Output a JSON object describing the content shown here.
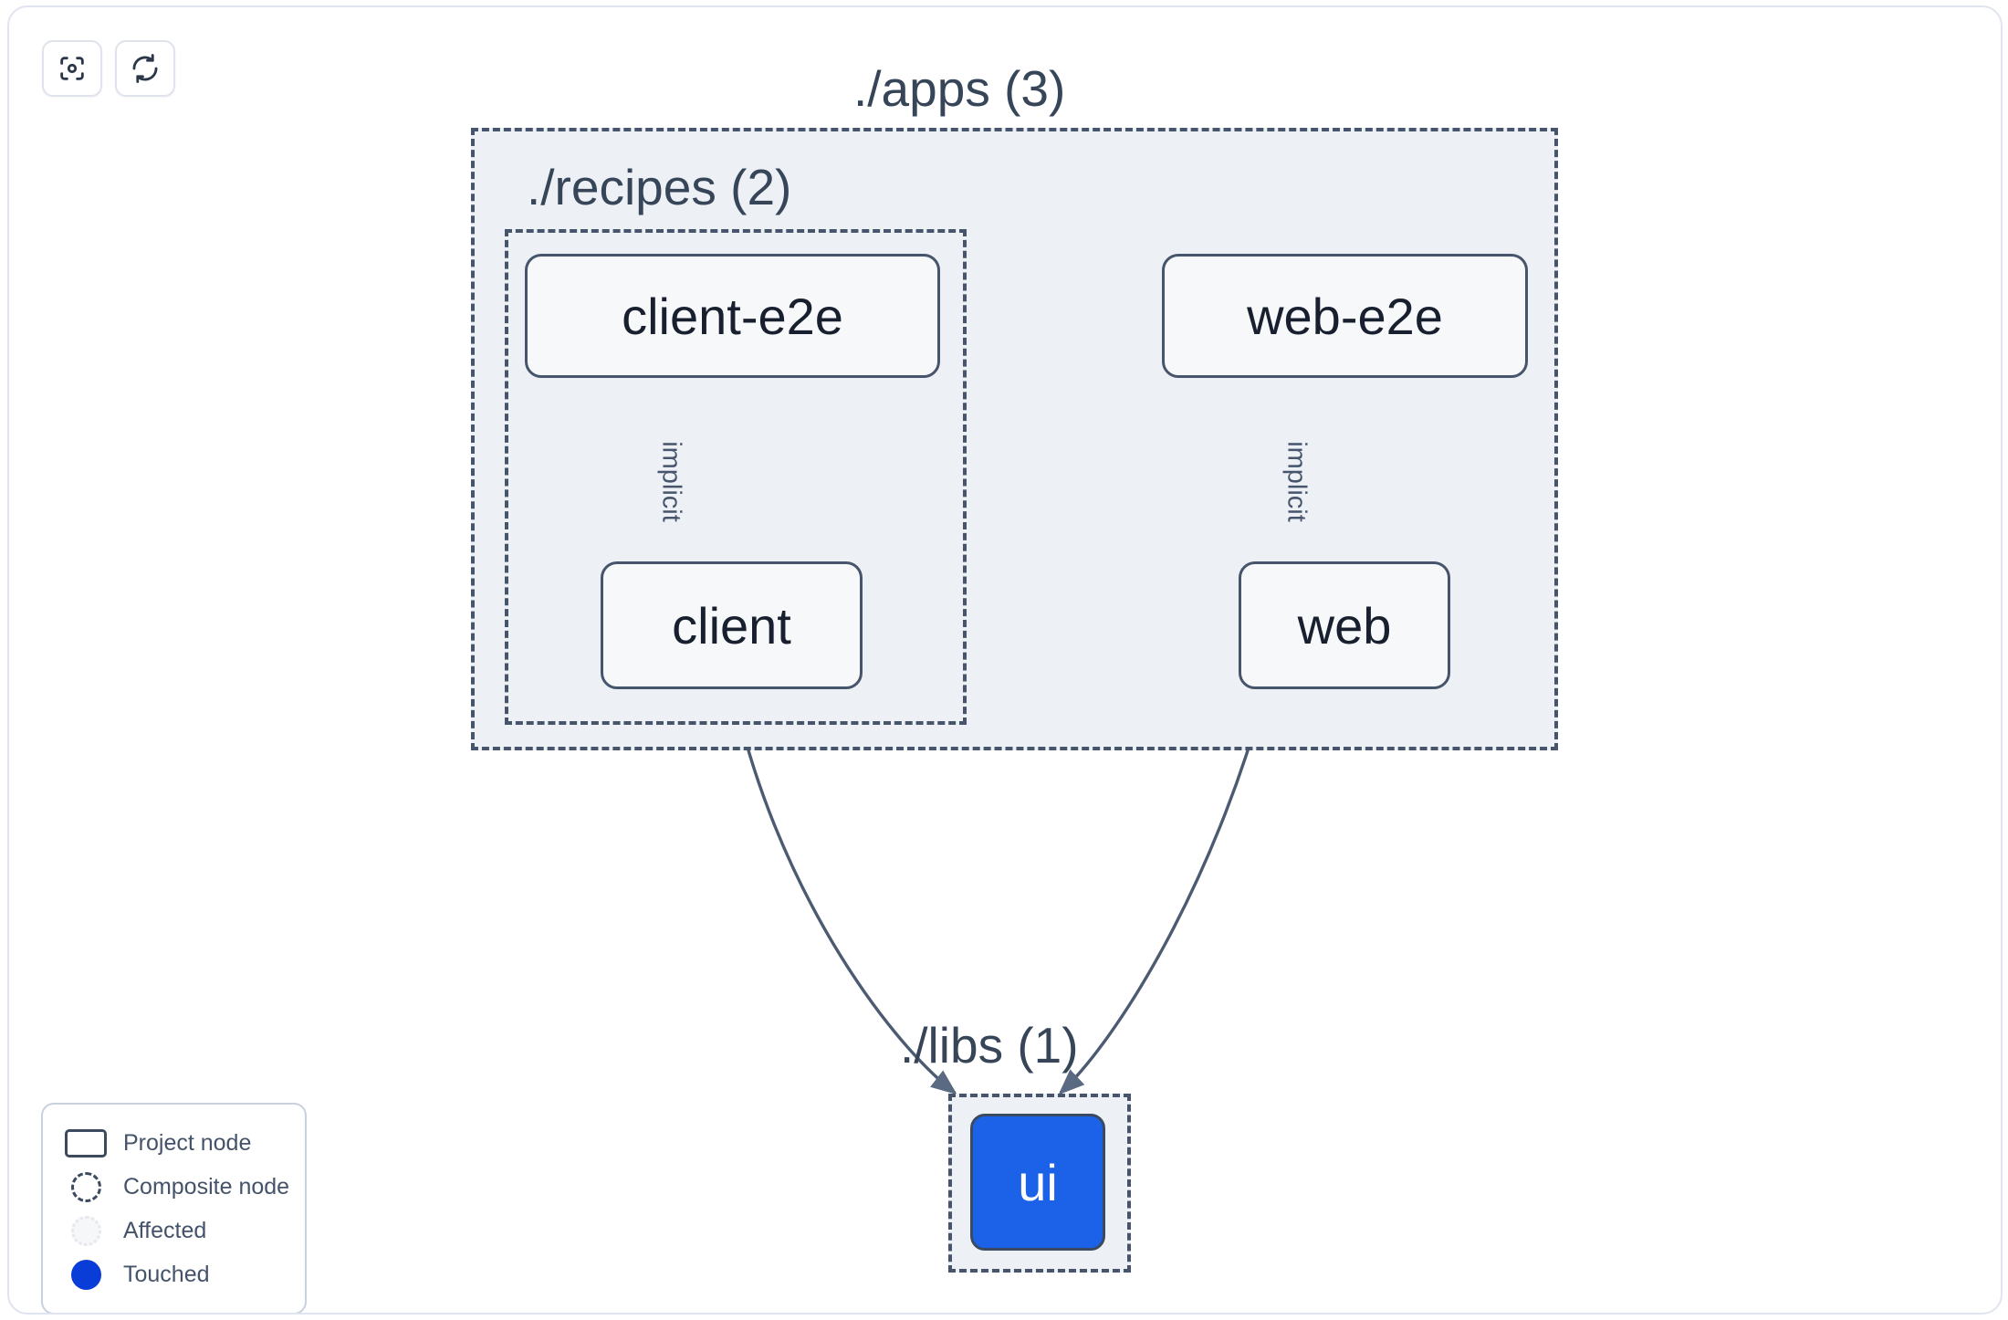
{
  "app": {
    "title": "Project Dependency Graph",
    "background": "#ffffff",
    "frame_border_color": "#e0e4ee"
  },
  "toolbar": {
    "buttons": [
      {
        "name": "focus-graph-button",
        "icon": "focus-scan-icon",
        "label": ""
      },
      {
        "name": "refresh-graph-button",
        "icon": "refresh-icon",
        "label": ""
      }
    ]
  },
  "graph": {
    "type": "dependency-graph",
    "colors": {
      "composite_border": "#46556b",
      "composite_fill": "#edf0f5",
      "node_border": "#46556b",
      "node_fill": "#f7f8fa",
      "node_text": "#18202f",
      "edge_stroke": "#46556b",
      "touched_node_fill": "#1b62e8",
      "touched_node_text": "#ffffff",
      "legend_touched": "#0a3cd8"
    },
    "containers": [
      {
        "id": "apps",
        "label": "./apps (3)",
        "count": 3,
        "type": "composite-node"
      },
      {
        "id": "recipes",
        "label": "./recipes (2)",
        "count": 2,
        "type": "composite-node"
      },
      {
        "id": "libs",
        "label": "./libs (1)",
        "count": 1,
        "type": "composite-node"
      }
    ],
    "nodes": [
      {
        "id": "client-e2e",
        "label": "client-e2e",
        "parent": "recipes",
        "state": "normal"
      },
      {
        "id": "web-e2e",
        "label": "web-e2e",
        "parent": "apps",
        "state": "normal"
      },
      {
        "id": "client",
        "label": "client",
        "parent": "recipes",
        "state": "normal"
      },
      {
        "id": "web",
        "label": "web",
        "parent": "apps",
        "state": "normal"
      },
      {
        "id": "ui",
        "label": "ui",
        "parent": "libs",
        "state": "touched"
      }
    ],
    "edges": [
      {
        "from": "client-e2e",
        "to": "client",
        "label": "implicit"
      },
      {
        "from": "web-e2e",
        "to": "web",
        "label": "implicit"
      },
      {
        "from": "client",
        "to": "ui",
        "label": ""
      },
      {
        "from": "web",
        "to": "ui",
        "label": ""
      }
    ]
  },
  "legend": {
    "items": [
      {
        "swatch": "project-node-swatch",
        "label": "Project node"
      },
      {
        "swatch": "composite-node-swatch",
        "label": "Composite node"
      },
      {
        "swatch": "affected-swatch",
        "label": "Affected"
      },
      {
        "swatch": "touched-swatch",
        "label": "Touched"
      }
    ]
  }
}
